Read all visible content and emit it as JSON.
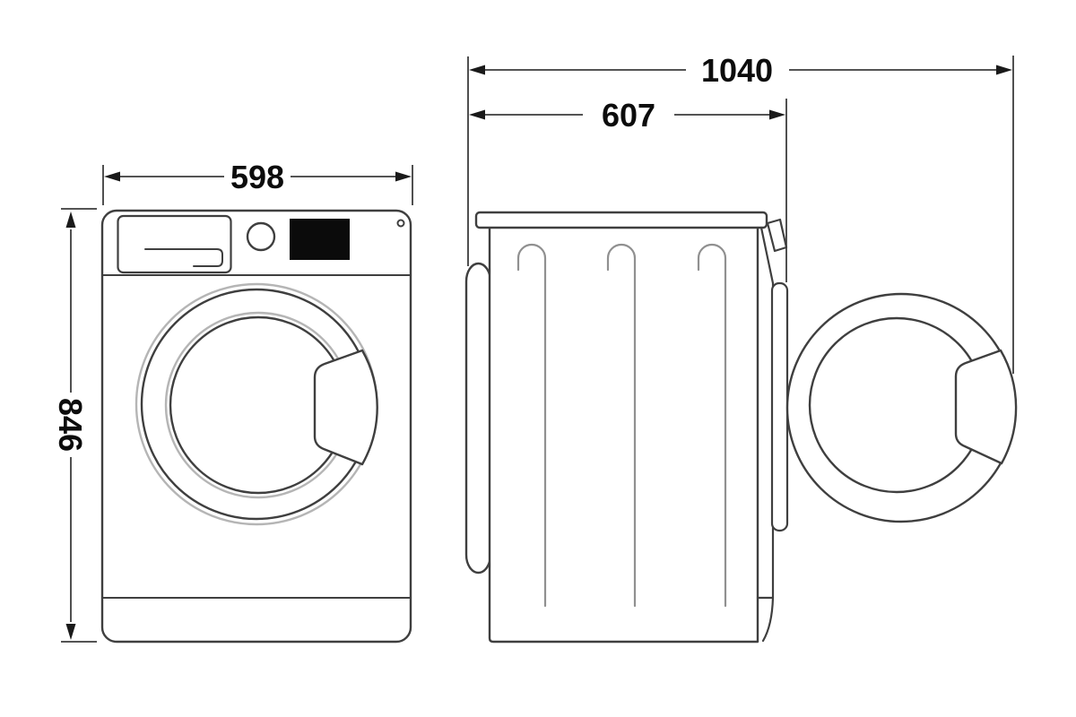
{
  "diagram": {
    "subject": "front-loading-washing-machine-dimension-drawing",
    "views": {
      "front": {
        "width_label": "598",
        "height_label": "846"
      },
      "side": {
        "depth_door_open_label": "1040",
        "depth_body_label": "607"
      }
    },
    "colors": {
      "background": "#ffffff",
      "outline_dark": "#3f3f3f",
      "outline_light": "#909090",
      "halo_light": "#b5b5b5",
      "dimension_line": "#3d3d3d",
      "arrow_fill": "#1a1a1a",
      "label_text": "#0c0c0c",
      "display_fill": "#0b0b0b"
    }
  }
}
